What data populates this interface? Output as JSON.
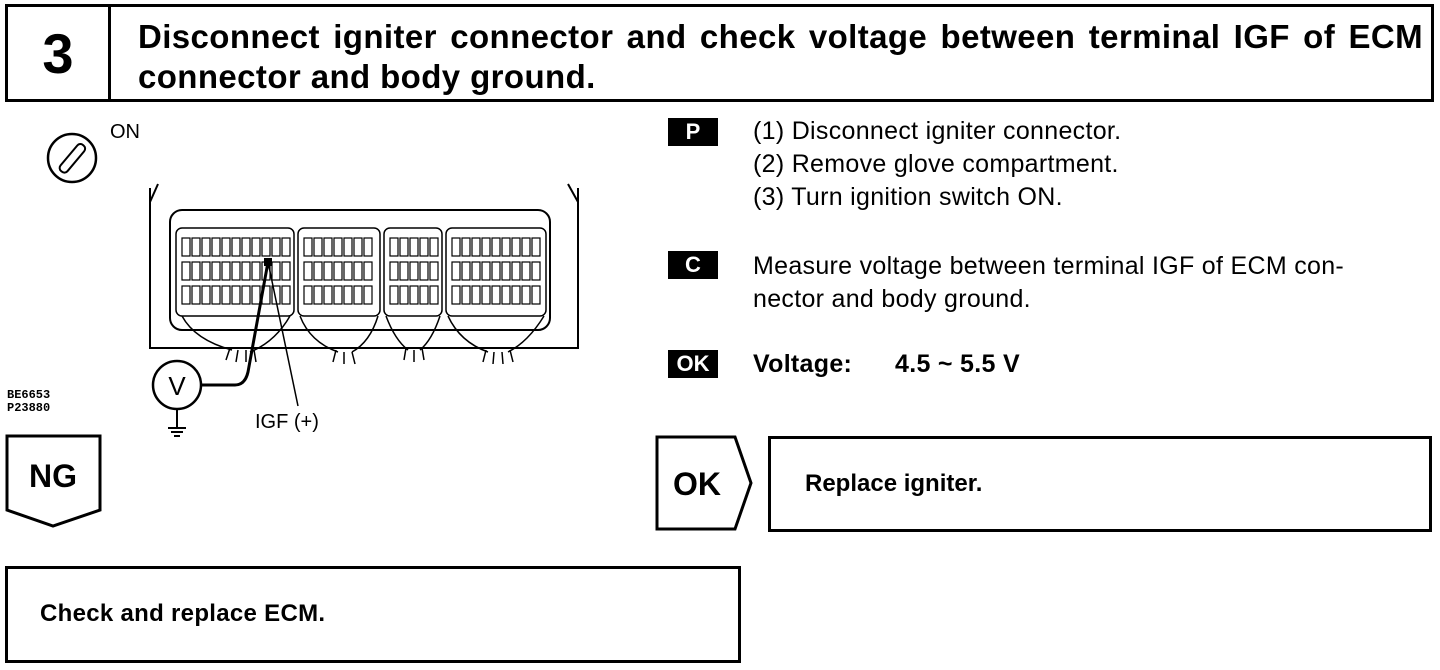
{
  "header": {
    "step_number": "3",
    "title": "Disconnect igniter connector and check voltage between terminal IGF of ECM connector and body ground."
  },
  "diagram": {
    "switch_label": "ON",
    "probe_label": "IGF (+)",
    "meter_symbol": "V",
    "figure_codes": [
      "BE6653",
      "P23880"
    ]
  },
  "prep": {
    "badge": "P",
    "steps": [
      "(1) Disconnect igniter connector.",
      "(2) Remove glove compartment.",
      "(3) Turn ignition switch ON."
    ]
  },
  "check": {
    "badge": "C",
    "lines": [
      "Measure voltage between terminal IGF of ECM con-",
      "nector and body ground."
    ]
  },
  "spec": {
    "badge": "OK",
    "label": "Voltage:",
    "value": "4.5 ~ 5.5 V"
  },
  "ng_branch": {
    "label": "NG",
    "action": "Check and replace ECM."
  },
  "ok_branch": {
    "label": "OK",
    "action": "Replace igniter."
  }
}
